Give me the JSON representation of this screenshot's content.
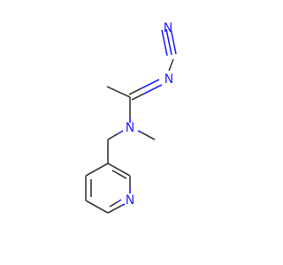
{
  "molecule": {
    "atoms": {
      "n_nitrile": "N",
      "n_imine": "N",
      "n_amine": "N",
      "n_pyridine": "N"
    },
    "colors": {
      "bond": "#3a3a3a",
      "nitrogen": "#2222ff",
      "carbon": "#3a3a3a"
    }
  }
}
